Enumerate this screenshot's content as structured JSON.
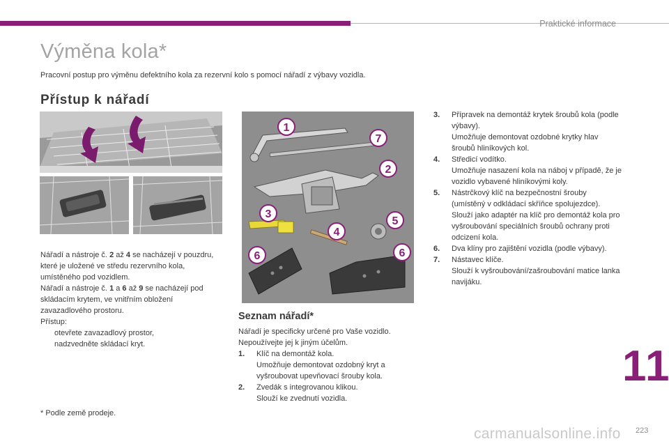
{
  "header": {
    "section": "Praktické informace"
  },
  "title": "Výměna kola*",
  "intro": "Pracovní postup pro výměnu defektního kola za rezervní kolo s pomocí nářadí z výbavy vozidla.",
  "access": {
    "heading": "Přístup k nářadí",
    "para1_pre": "Nářadí a nástroje č. ",
    "para1_b1": "2",
    "para1_mid": " až ",
    "para1_b2": "4",
    "para1_post": " se nacházejí v pouzdru, které je uložené ve středu rezervního kola, umístěného pod vozidlem.",
    "para2_pre": "Nářadí a nástroje č. ",
    "para2_b1": "1",
    "para2_mid1": " a ",
    "para2_b2": "6",
    "para2_mid2": " až ",
    "para2_b3": "9",
    "para2_post": " se nacházejí pod skládacím krytem, ve vnitřním obložení zavazadlového prostoru.",
    "steps_label": "Přístup:",
    "bullet_symbol": "",
    "bullets": [
      "otevřete zavazadlový prostor,",
      "nadzvedněte skládací kryt."
    ]
  },
  "tools": {
    "heading": "Seznam nářadí*",
    "intro1": "Nářadí je specificky určené pro Vaše vozidlo.",
    "intro2": "Nepoužívejte jej k jiným účelům.",
    "items": [
      {
        "num": "1.",
        "lines": [
          "Klíč na demontáž kola.",
          "Umožňuje demontovat ozdobný kryt a vyšroubovat upevňovací šrouby kola."
        ]
      },
      {
        "num": "2.",
        "lines": [
          "Zvedák s integrovanou klikou.",
          "Slouží ke zvednutí vozidla."
        ]
      },
      {
        "num": "3.",
        "lines": [
          "Přípravek na demontáž krytek šroubů kola (podle výbavy).",
          "Umožňuje demontovat ozdobné krytky hlav šroubů hliníkových kol."
        ]
      },
      {
        "num": "4.",
        "lines": [
          "Středicí vodítko.",
          "Umožňuje nasazení kola na náboj v případě, že je vozidlo vybavené hliníkovými koly."
        ]
      },
      {
        "num": "5.",
        "lines": [
          "Nástrčkový klíč na bezpečnostní šrouby (umístěný v odkládací skříňce spolujezdce).",
          "Slouží jako adaptér na klíč pro demontáž kola pro vyšroubování speciálních šroubů ochrany proti odcizení kola."
        ]
      },
      {
        "num": "6.",
        "lines": [
          "Dva klíny pro zajištění vozidla (podle výbavy)."
        ]
      },
      {
        "num": "7.",
        "lines": [
          "Nástavec klíče.",
          "Slouží k vyšroubování/zašroubování matice lanka navijáku."
        ]
      }
    ],
    "callouts": [
      "1",
      "7",
      "2",
      "3",
      "5",
      "4",
      "6",
      "6"
    ]
  },
  "footnote": "* Podle země prodeje.",
  "chapter_number": "11",
  "page_number": "223",
  "watermark": "carmanualsonline.info",
  "colors": {
    "accent": "#8a1f78",
    "callout_fill": "#ffffff",
    "callout_text": "#8a1f78"
  }
}
